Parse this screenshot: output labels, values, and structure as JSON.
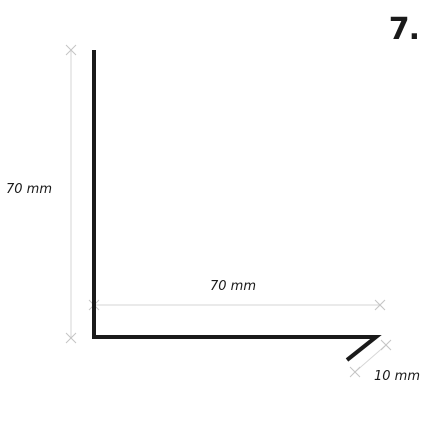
{
  "figure_number": "7.",
  "dimensions": {
    "vertical": "70 mm",
    "horizontal": "70 mm",
    "return": "10 mm"
  },
  "colors": {
    "profile": "#1a1a1a",
    "dimension_line": "#d6d6d6"
  }
}
